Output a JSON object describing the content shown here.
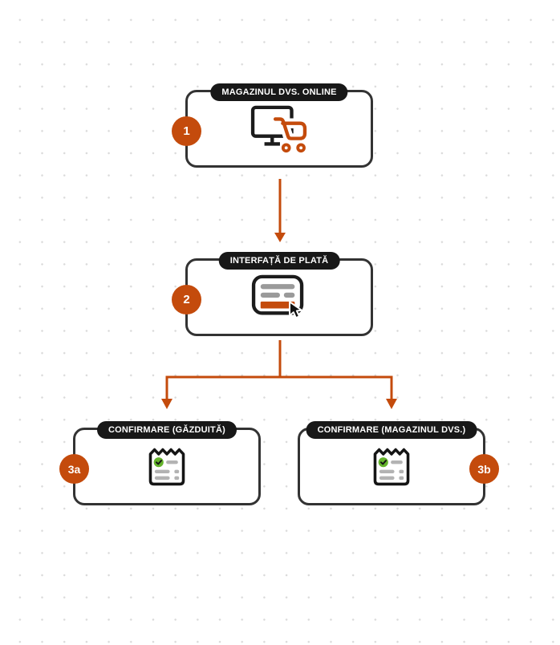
{
  "diagram": {
    "colors": {
      "accent_orange": "#C44B0C",
      "badge_background": "#181818",
      "box_border": "#333333",
      "check_green": "#64B32B",
      "bar_gray": "#9A9A9A",
      "dot_grid_gray": "#DADADA"
    },
    "nodes": [
      {
        "id": "store",
        "step": "1",
        "label": "MAGAZINUL DVS. ONLINE",
        "icon": "monitor-shopping-cart-icon"
      },
      {
        "id": "payment",
        "step": "2",
        "label": "INTERFAȚĂ DE PLATĂ",
        "icon": "payment-form-cursor-icon"
      },
      {
        "id": "confirm-hosted",
        "step": "3a",
        "label": "CONFIRMARE (GĂZDUITĂ)",
        "icon": "receipt-check-icon"
      },
      {
        "id": "confirm-store",
        "step": "3b",
        "label": "CONFIRMARE (MAGAZINUL DVS.)",
        "icon": "receipt-check-icon"
      }
    ],
    "connections": [
      {
        "from": "1",
        "to": "2"
      },
      {
        "from": "2",
        "to": "3a"
      },
      {
        "from": "2",
        "to": "3b"
      }
    ]
  }
}
